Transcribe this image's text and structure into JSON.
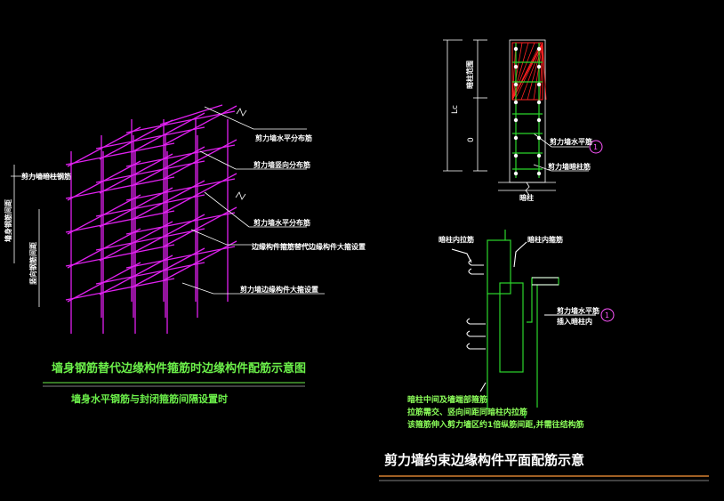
{
  "left_diagram": {
    "title": "墙身钢筋替代边缘构件箍筋时边缘构件配筋示意图",
    "subtitle": "墙身水平钢筋与封闭箍筋间隔设置时",
    "labels": {
      "top_bar": "剪力墙水平分布筋",
      "vertical_bar": "剪力墙竖向分布筋",
      "horizontal_bar": "剪力墙水平分布筋",
      "stirrup_alt": "边缘构件箍筋替代边缘构件大箍设置",
      "closed_stirrup": "剪力墙边缘构件大箍设置",
      "left_main": "剪力墙暗柱钢筋",
      "left_vert_1": "墙身钢筋间距",
      "left_vert_2": "竖向钢筋间距"
    }
  },
  "right_top": {
    "vertical_label": "暗柱范围",
    "dim_lc": "Lc",
    "dim_o": "0",
    "label_horizontal": "剪力墙水平筋",
    "label_column": "剪力墙暗柱筋",
    "bottom_label": "暗柱",
    "callout": "1"
  },
  "right_bottom": {
    "label_tie": "暗柱内拉筋",
    "label_stirrup": "暗柱内箍筋",
    "label_horizontal_1": "剪力墙水平筋",
    "label_horizontal_2": "插入暗柱内",
    "callout": "1",
    "note_1": "暗柱中间及墙端部箍筋",
    "note_2": "拉筋需交、竖向间距同暗柱内拉筋",
    "note_3": "该箍筋伸入剪力墙区约1倍纵筋间距,并需往结构筋",
    "title": "剪力墙约束边缘构件平面配筋示意"
  },
  "colors": {
    "background": "#000000",
    "rebar": "#e020f0",
    "leader": "#ffffff",
    "text_green": "#6cf04a",
    "title_line": "#ff9a3a",
    "hatch": "#ff2222",
    "detail_green": "#2bd62b"
  }
}
